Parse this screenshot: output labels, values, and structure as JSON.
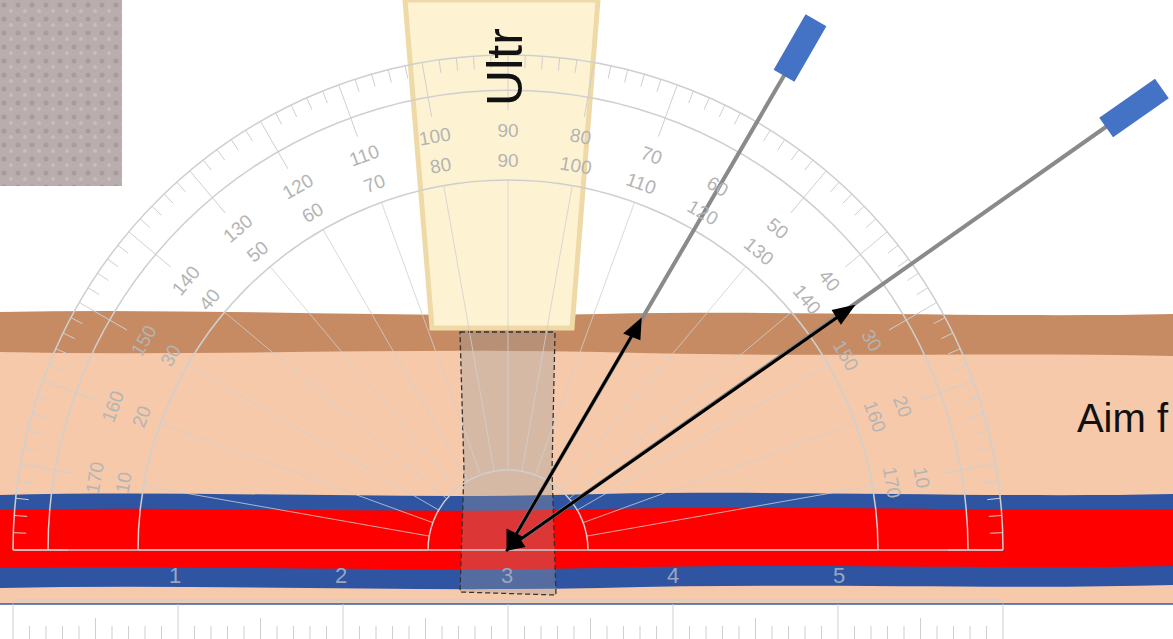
{
  "diagram": {
    "nodes": [
      {
        "text": [
          "Ultr"
        ]
      }
    ],
    "labels": [
      "Aim f",
      "170",
      "160",
      "150",
      "140",
      "130",
      "120",
      "110",
      "100",
      "90",
      "80",
      "70",
      "60",
      "50",
      "40",
      "30",
      "20",
      "10",
      "10",
      "20",
      "30",
      "40",
      "50",
      "60",
      "70",
      "80",
      "90",
      "100",
      "110",
      "120",
      "130",
      "140",
      "150",
      "160",
      "170",
      "1",
      "2",
      "3",
      "4",
      "5"
    ]
  }
}
